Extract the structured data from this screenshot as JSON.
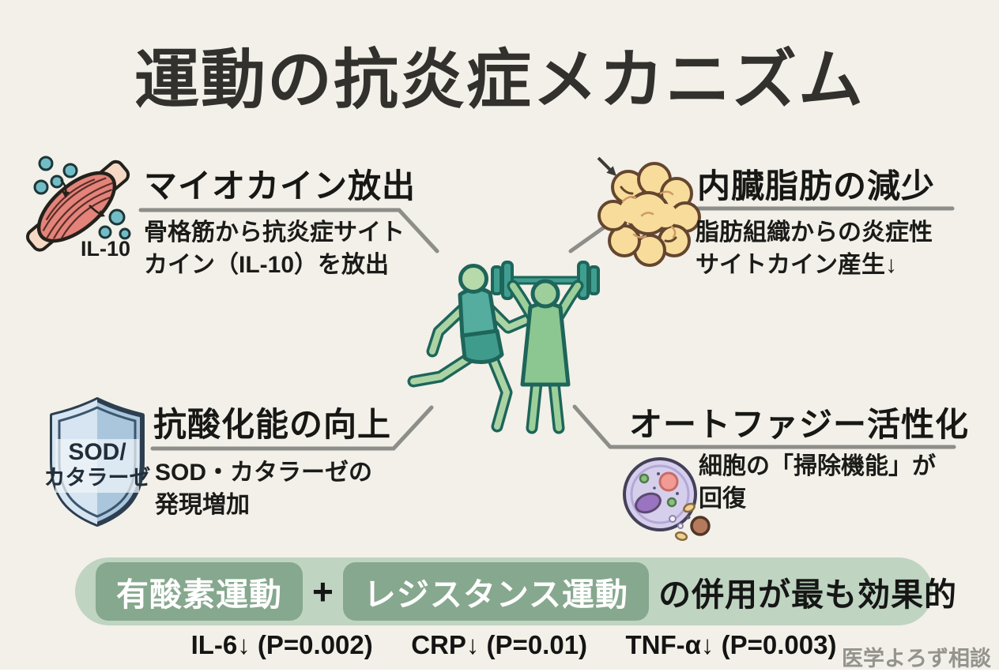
{
  "title": "運動の抗炎症メカニズム",
  "quadrants": {
    "myokine": {
      "heading": "マイオカイン放出",
      "line1": "骨格筋から抗炎症サイト",
      "line2": "カイン（IL-10）を放出",
      "icon": "muscle-with-cytokines",
      "icon_label": "IL-10"
    },
    "visceral_fat": {
      "heading": "内臓脂肪の減少",
      "line1": "脂肪組織からの炎症性",
      "line2": "サイトカイン産生↓",
      "icon": "fat-cell-cluster"
    },
    "antioxidant": {
      "heading": "抗酸化能の向上",
      "line1": "SOD・カタラーゼの",
      "line2": "発現増加",
      "icon": "shield",
      "icon_label_line1": "SOD/",
      "icon_label_line2": "カタラーゼ"
    },
    "autophagy": {
      "heading": "オートファジー活性化",
      "line1": "細胞の「掃除機能」が",
      "line2": "回復",
      "icon": "cell-with-debris"
    }
  },
  "center_icon": "runner-and-weightlifter",
  "banner": {
    "pill1": "有酸素運動",
    "plus": "+",
    "pill2": "レジスタンス運動",
    "suffix": "の併用が最も効果的"
  },
  "stats": [
    "IL-6↓ (P=0.002)",
    "CRP↓ (P=0.01)",
    "TNF-α↓ (P=0.003)"
  ],
  "watermark": "医学よろず相談",
  "colors": {
    "background": "#f2f0e8",
    "title_text": "#32312d",
    "heading_text": "#171715",
    "connector_gray": "#8d8d89",
    "banner_bg": "#bfd4c1",
    "banner_pill_bg": "#86a88e",
    "banner_pill_text": "#ffffff",
    "muscle_red": "#e3837a",
    "cytokine_teal": "#72bcc6",
    "fat_yellow": "#f8dc9b",
    "shield_blue": "#b9cfe2",
    "cell_purple": "#d6cfec",
    "figure_green": "#8cc690",
    "figure_teal": "#54ad9e",
    "watermark_text": "#95938e"
  }
}
